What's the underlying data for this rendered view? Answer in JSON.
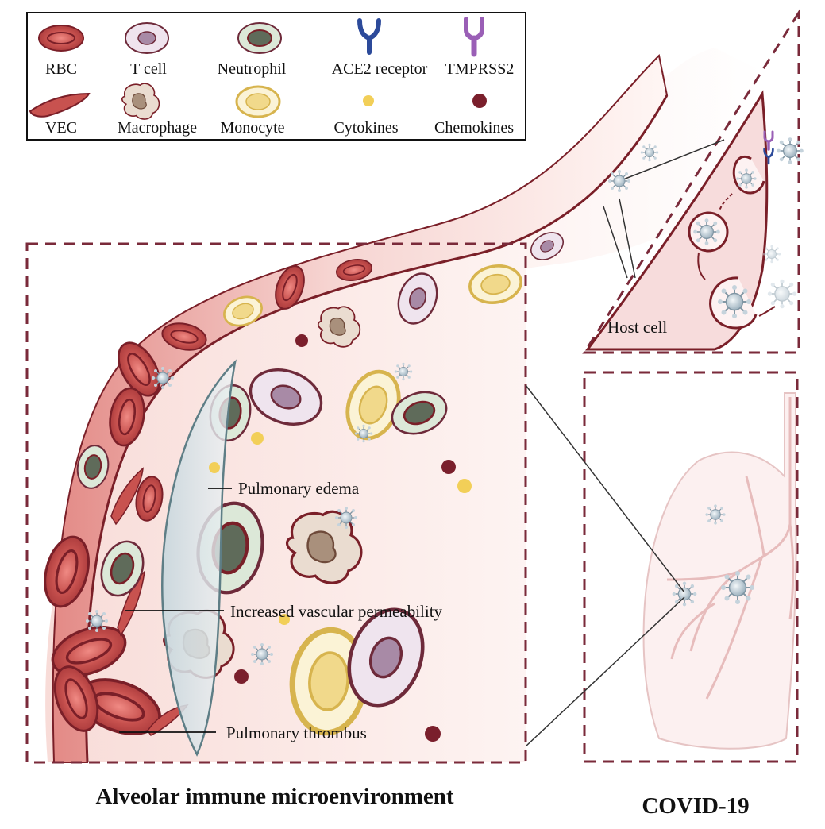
{
  "legend": {
    "items": [
      {
        "name": "rbc",
        "label": "RBC"
      },
      {
        "name": "t-cell",
        "label": "T cell"
      },
      {
        "name": "neutrophil",
        "label": "Neutrophil"
      },
      {
        "name": "ace2-receptor",
        "label": "ACE2 receptor"
      },
      {
        "name": "tmprss2",
        "label": "TMPRSS2"
      },
      {
        "name": "vec",
        "label": "VEC"
      },
      {
        "name": "macrophage",
        "label": "Macrophage"
      },
      {
        "name": "monocyte",
        "label": "Monocyte"
      },
      {
        "name": "cytokines",
        "label": "Cytokines"
      },
      {
        "name": "chemokines",
        "label": "Chemokines"
      }
    ]
  },
  "annotations": {
    "edema": "Pulmonary edema",
    "permeability": "Increased vascular permeability",
    "thrombus": "Pulmonary thrombus",
    "host_cell": "Host cell"
  },
  "titles": {
    "left": "Alveolar immune microenvironment",
    "right": "COVID-19"
  },
  "colors": {
    "rbc": "#c8524f",
    "rbc_dark": "#7a1f28",
    "t_cell": "#e9dde8",
    "neutrophil": "#d8e6d6",
    "nucleus": "#5f6b5a",
    "monocyte": "#f3e3a6",
    "monocyte_ring": "#d7b44e",
    "macrophage": "#d9c5b4",
    "ace2": "#2c4a9a",
    "tmprss2": "#9a5fb6",
    "cytokine": "#f2cf58",
    "chemokine": "#7a1f2c",
    "virus": "#b9c9d3",
    "dash": "#7a2a3a"
  }
}
